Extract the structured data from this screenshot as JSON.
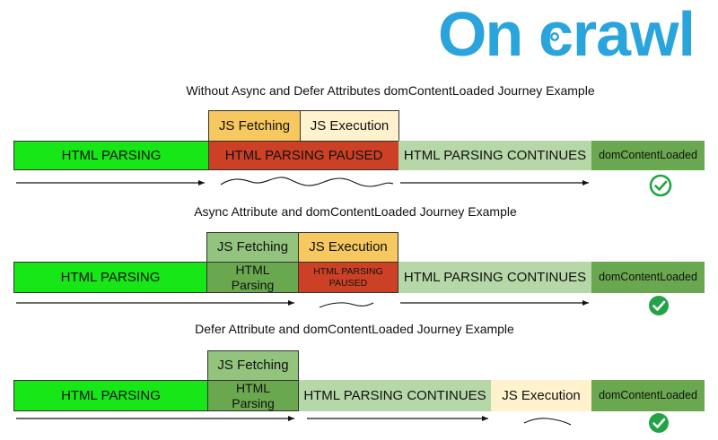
{
  "logo": {
    "text": "Oncrawl"
  },
  "colors": {
    "green": "#17e617",
    "red": "#cc4125",
    "light_green": "#b6d7a8",
    "mid_green": "#93c47d",
    "dark_green": "#6aa84f",
    "orange": "#f6c85f",
    "pale_yellow": "#fff2cc",
    "check": "#22a345",
    "logo_blue": "#2aa4dc"
  },
  "diagrams": [
    {
      "title": "Without Async and Defer Attributes domContentLoaded Journey Example",
      "top": {
        "fetch": "JS Fetching",
        "exec": "JS Execution"
      },
      "main": {
        "parsing": "HTML PARSING",
        "paused": "HTML PARSING PAUSED",
        "continues": "HTML PARSING CONTINUES",
        "dcl": "domContentLoaded"
      }
    },
    {
      "title": "Async Attribute and domContentLoaded Journey Example",
      "top": {
        "fetch": "JS Fetching",
        "exec": "JS Execution"
      },
      "main": {
        "parsing": "HTML PARSING",
        "html_parsing": "HTML Parsing",
        "paused": "HTML PARSING PAUSED",
        "continues": "HTML PARSING CONTINUES",
        "dcl": "domContentLoaded"
      }
    },
    {
      "title": "Defer Attribute and domContentLoaded Journey Example",
      "top": {
        "fetch": "JS Fetching"
      },
      "main": {
        "parsing": "HTML PARSING",
        "html_parsing": "HTML Parsing",
        "continues": "HTML PARSING CONTINUES",
        "exec": "JS Execution",
        "dcl": "domContentLoaded"
      }
    }
  ]
}
